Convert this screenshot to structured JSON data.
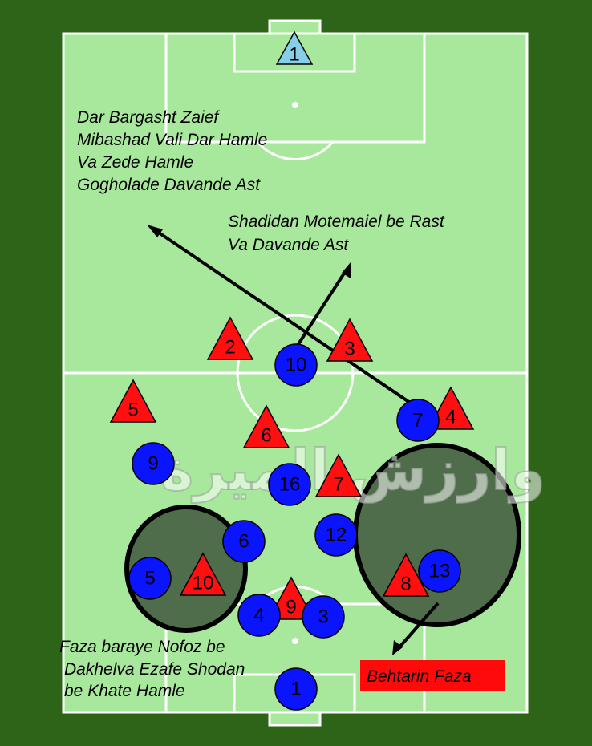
{
  "colors": {
    "border": "#2e6417",
    "pitch": "#a8e89c",
    "line": "#ffffff",
    "blue_team": "#0a14ff",
    "red_team": "#ff0f0f",
    "keeper_top": "#87cfe8",
    "zone_fill": "#4f6d4a",
    "label_box": "#ff0a0a"
  },
  "annotations": {
    "top_left_1": "Dar Bargasht Zaief",
    "top_left_2": "Mibashad Vali Dar Hamle",
    "top_left_3": "Va Zede Hamle",
    "top_left_4": "Gogholade Davande Ast",
    "top_right_1": "Shadidan Motemaiel be Rast",
    "top_right_2": "Va Davande Ast",
    "bottom_left_1": "Faza baraye Nofoz be",
    "bottom_left_2": "Dakhelva Ezafe Shodan",
    "bottom_left_3": "be Khate Hamle",
    "best_space_label": "Behtarin Faza"
  },
  "watermark": "وارزش الميرة",
  "keeper_top_number": "1",
  "blue_players": [
    "10",
    "7",
    "9",
    "16",
    "6",
    "12",
    "5",
    "13",
    "4",
    "3",
    "1"
  ],
  "red_players": [
    "2",
    "3",
    "5",
    "6",
    "4",
    "7",
    "10",
    "8",
    "9"
  ]
}
